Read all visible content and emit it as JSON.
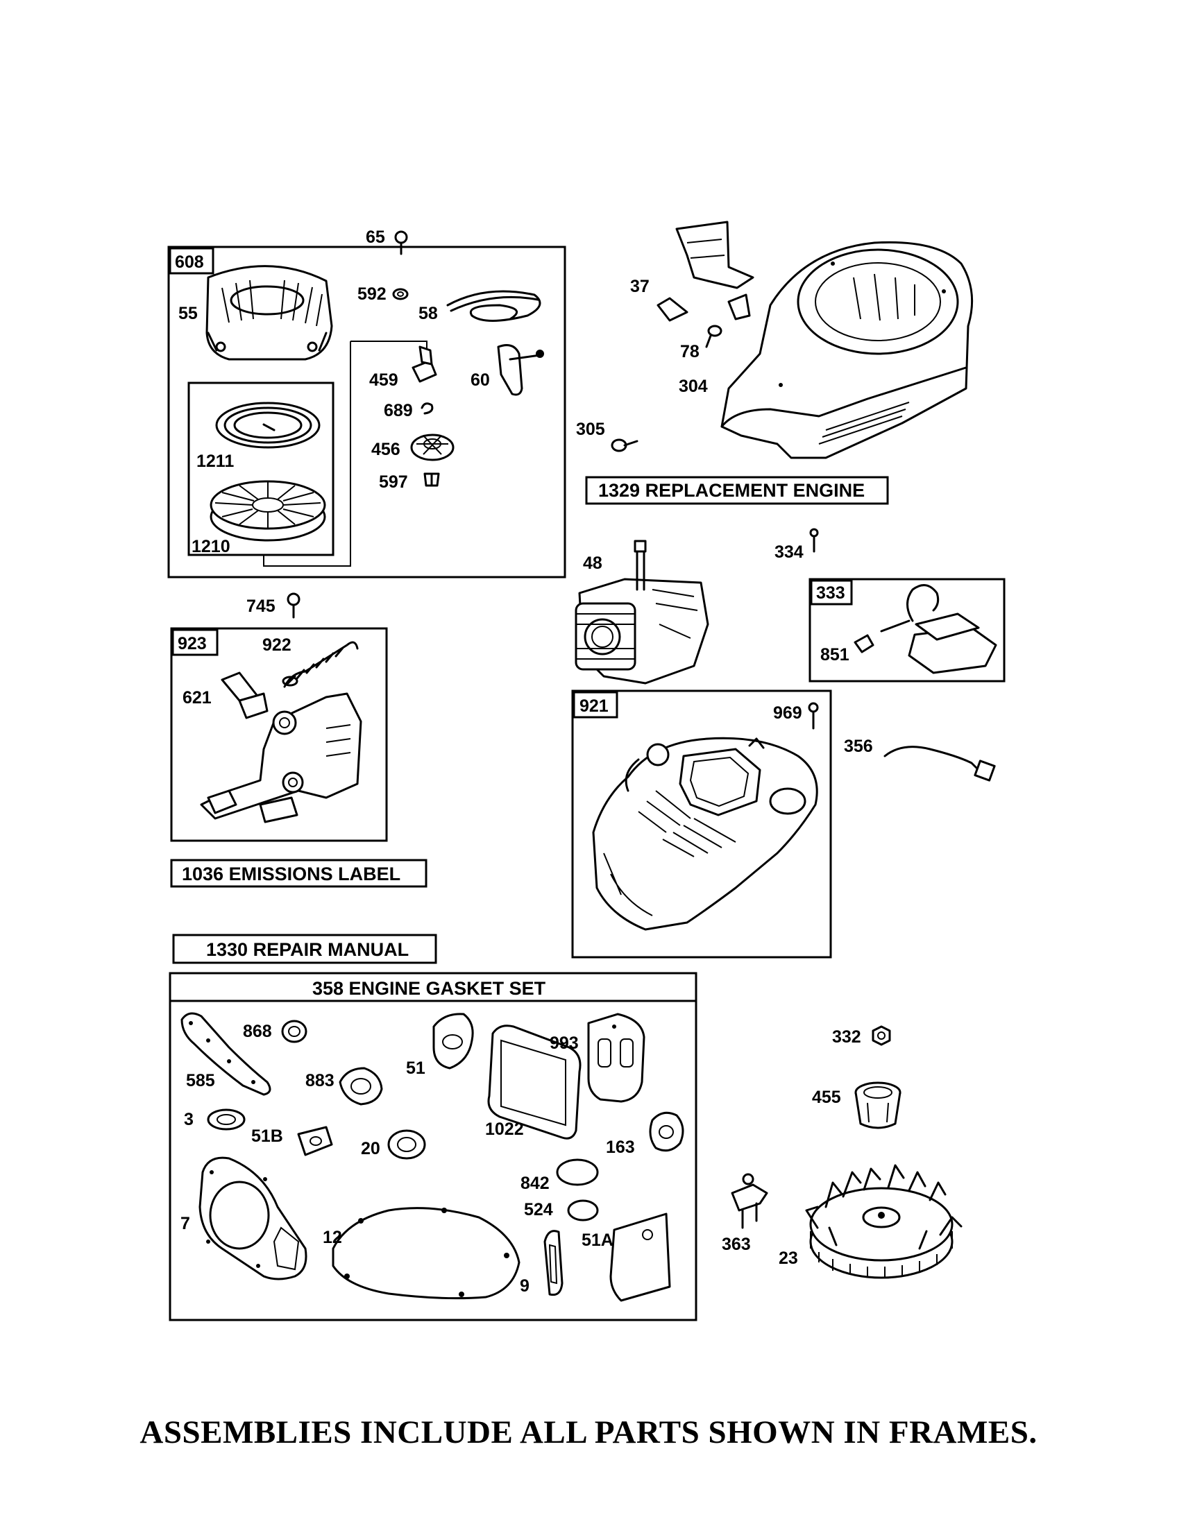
{
  "frames": {
    "rewind_starter": "608",
    "pulley_subframe": "",
    "governor_control": "923",
    "ignition_armature": "333",
    "engine_cover": "921"
  },
  "boxed_labels": {
    "replacement_engine": "1329 REPLACEMENT ENGINE",
    "emissions_label": "1036 EMISSIONS LABEL",
    "repair_manual": "1330 REPAIR MANUAL",
    "gasket_set": "358 ENGINE GASKET SET"
  },
  "callouts": {
    "p65": "65",
    "p592": "592",
    "p55": "55",
    "p58": "58",
    "p459": "459",
    "p60": "60",
    "p689": "689",
    "p456": "456",
    "p597": "597",
    "p1211": "1211",
    "p1210": "1210",
    "p37": "37",
    "p78": "78",
    "p304": "304",
    "p305": "305",
    "p48": "48",
    "p334": "334",
    "p851": "851",
    "p745": "745",
    "p922": "922",
    "p621": "621",
    "p969": "969",
    "p356": "356",
    "p868": "868",
    "p585": "585",
    "p883": "883",
    "p51": "51",
    "p993": "993",
    "p3": "3",
    "p51b": "51B",
    "p20": "20",
    "p1022": "1022",
    "p163": "163",
    "p842": "842",
    "p524": "524",
    "p7": "7",
    "p12": "12",
    "p9": "9",
    "p51a": "51A",
    "p332": "332",
    "p455": "455",
    "p363": "363",
    "p23": "23"
  },
  "footer": "ASSEMBLIES INCLUDE ALL PARTS SHOWN IN FRAMES."
}
